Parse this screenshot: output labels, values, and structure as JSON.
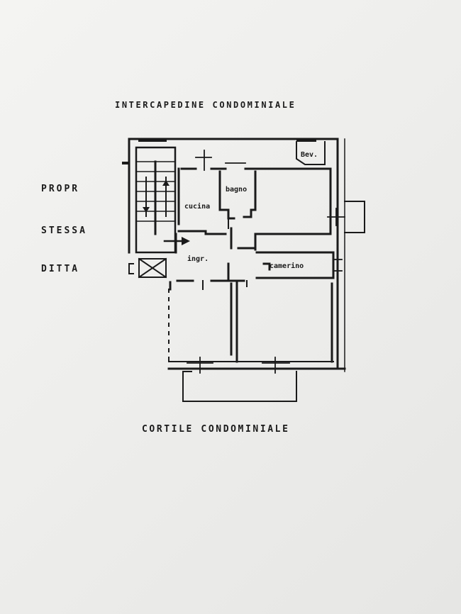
{
  "labels": {
    "top": "INTERCAPEDINE   CONDOMINIALE",
    "bottom": "CORTILE   CONDOMINIALE",
    "side": [
      "PROPR",
      "STESSA",
      "DITTA"
    ]
  },
  "rooms": {
    "bev": "Bev.",
    "bagno": "bagno",
    "cucina": "cucina",
    "ingr": "ingr.",
    "camerino": "camerino"
  },
  "colors": {
    "ink": "#1a1a1a",
    "paper": "#f0f0ee"
  }
}
